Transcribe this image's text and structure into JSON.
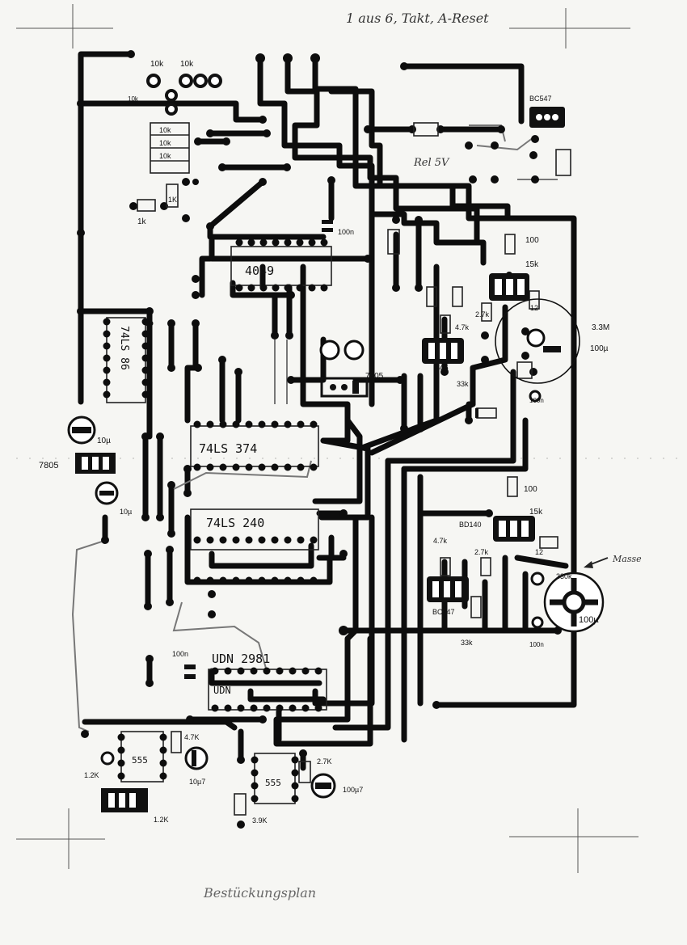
{
  "header_note": "1 aus 6, Takt, A-Reset",
  "footer_note": "Bestückungsplan",
  "ics": {
    "ic_4049": "4049",
    "ic_74ls_vertical": "74LS 86",
    "ic_74ls374": "74LS 374",
    "ic_74ls240": "74LS 240",
    "ic_udn_top": "UDN 2981",
    "ic_udn_inner": "UDN",
    "ic_555_left": "555",
    "ic_555_right": "555"
  },
  "components": {
    "r_10k_a": "10k",
    "r_10k_b": "10k",
    "r_10k_c": "10k",
    "r_10k_d": "10k",
    "r_10k_e": "10k",
    "r_10k_f": "10k",
    "r_1k_a": "1k",
    "r_1k_b": "1K",
    "cap_100n_top": "100n",
    "rel_5v": "Rel 5V",
    "bc547_top": "BC547",
    "r_100_a": "100",
    "r_15k_a": "15k",
    "r_2_7k_a": "2.7k",
    "r_47k_a": "4.7k",
    "r_12_a": "12",
    "t_546": "546",
    "r_33k_a": "33k",
    "elko_3_3m": "3.3M",
    "elko_100u_a": "100µ",
    "cap_100n_b": "100n",
    "reg_7805_mid": "7805",
    "reg_7805_left": "7805",
    "elko_10u_a": "10µ",
    "elko_10u_b": "10µ",
    "r_100_b": "100",
    "bd140": "BD140",
    "r_15k_b": "15k",
    "r_47k_b": "4.7k",
    "r_2_7k_b": "2.7k",
    "r_12_b": "12",
    "masse": "Masse",
    "r_330k": "330k",
    "bc547_bot": "BC547",
    "r_33k_b": "33k",
    "cap_100n_c": "100n",
    "elko_100u_b": "100µ",
    "cap_100n_d": "100n",
    "r_47k_c": "4.7K",
    "elko_10u_c": "10µ7",
    "r_1_2k_a": "1.2K",
    "r_1_2k_b": "1.2K",
    "r_2_7k_c": "2.7K",
    "r_3_9k": "3.9K",
    "elko_100u_c": "100µ7"
  },
  "colors": {
    "ink": "#0d0d0d",
    "paper": "#f6f6f3",
    "pencil": "#777777"
  }
}
